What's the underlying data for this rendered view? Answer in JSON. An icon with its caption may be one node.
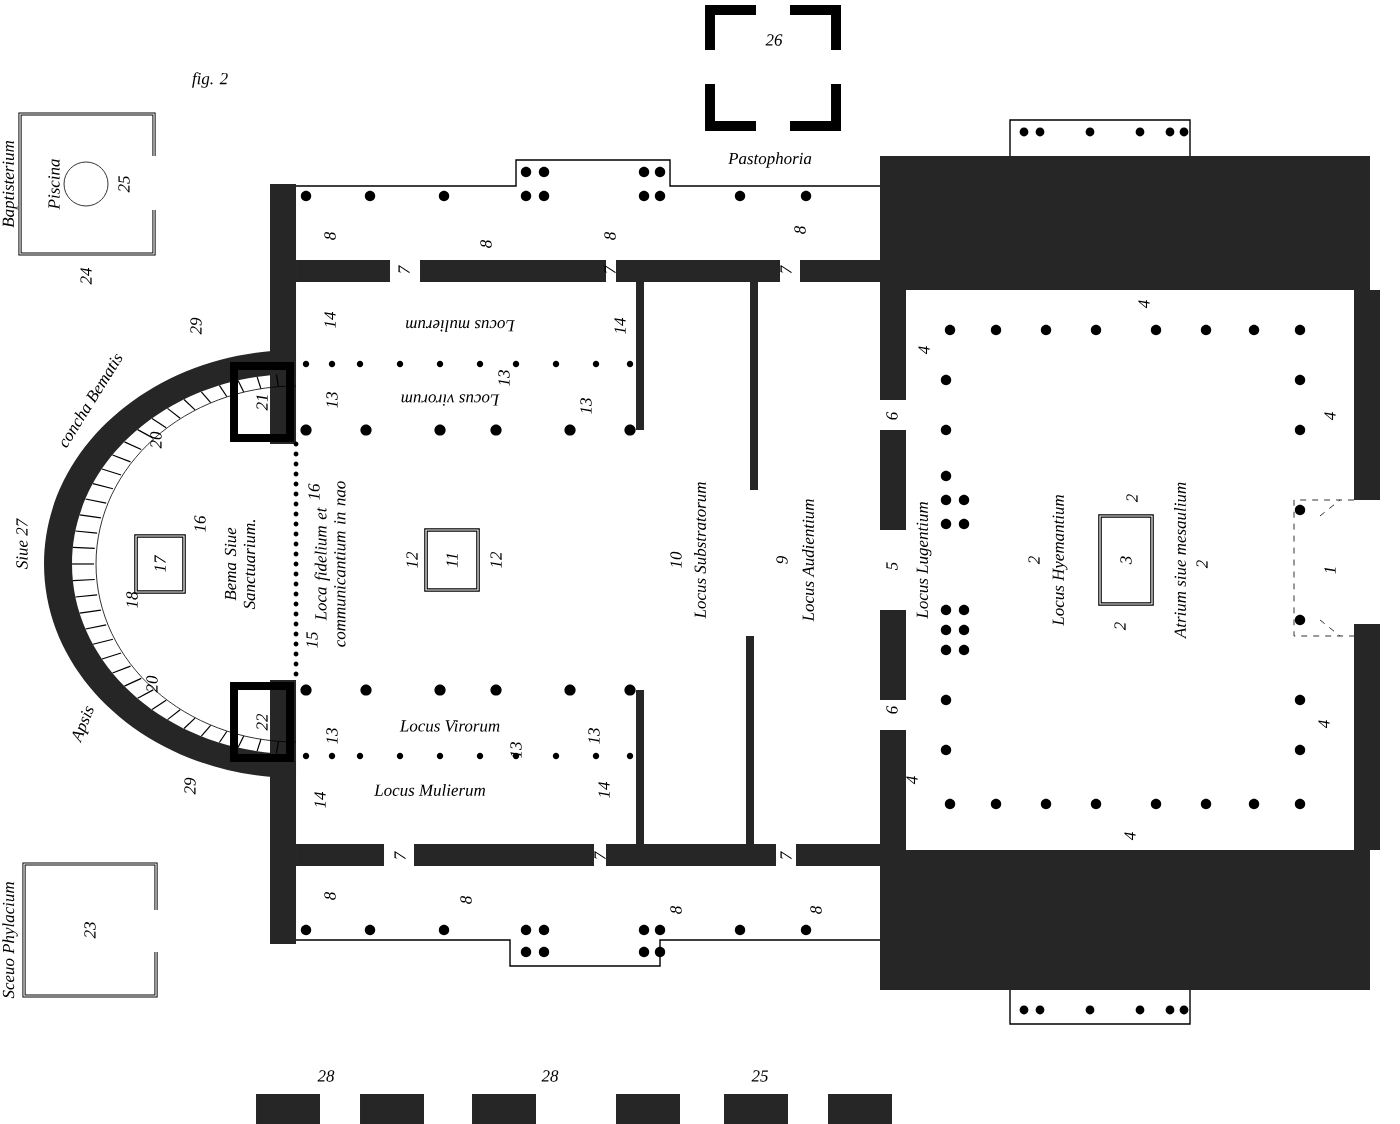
{
  "diagram": {
    "nodes": [
      {
        "text": [
          "Baptisterium",
          "Piscina",
          "25"
        ],
        "beside": [
          "24"
        ]
      },
      {
        "text": [
          "26"
        ],
        "beside": [
          "Pastophoria"
        ]
      },
      {
        "text": [
          "21"
        ]
      },
      {
        "text": [
          "22"
        ]
      },
      {
        "text": [
          "17"
        ]
      },
      {
        "text": [
          "11"
        ],
        "beside": [
          "12",
          "12"
        ]
      },
      {
        "text": [
          "3"
        ],
        "beside": [
          "2",
          "2"
        ]
      },
      {
        "text": [
          "Sceuo Phylacium",
          "23"
        ]
      }
    ],
    "labels": [
      "fig. 2",
      "8",
      "8",
      "8",
      "8",
      "29",
      "7",
      "7",
      "7",
      "4",
      "14",
      "Locus mulierum",
      "14",
      "4",
      "13",
      "13",
      "Locus virorum",
      "13",
      "concha Bematis",
      "20",
      "6",
      "4",
      "16",
      "Bema Siue Sanctuarium.",
      "Loca fidelium et communicantium in nao",
      "Siue 27",
      "16",
      "18",
      "10",
      "Locus Substratorum",
      "9",
      "Locus Audientium",
      "5",
      "Locus Lugentium",
      "2",
      "Locus Hyemantium",
      "Atrium siue mesaulium",
      "2",
      "1",
      "15",
      "20",
      "Apsis",
      "6",
      "4",
      "13",
      "Locus Virorum",
      "13",
      "13",
      "29",
      "14",
      "Locus Mulierum",
      "14",
      "4",
      "4",
      "7",
      "7",
      "7",
      "8",
      "8",
      "8",
      "8",
      "28",
      "28",
      "25"
    ]
  }
}
